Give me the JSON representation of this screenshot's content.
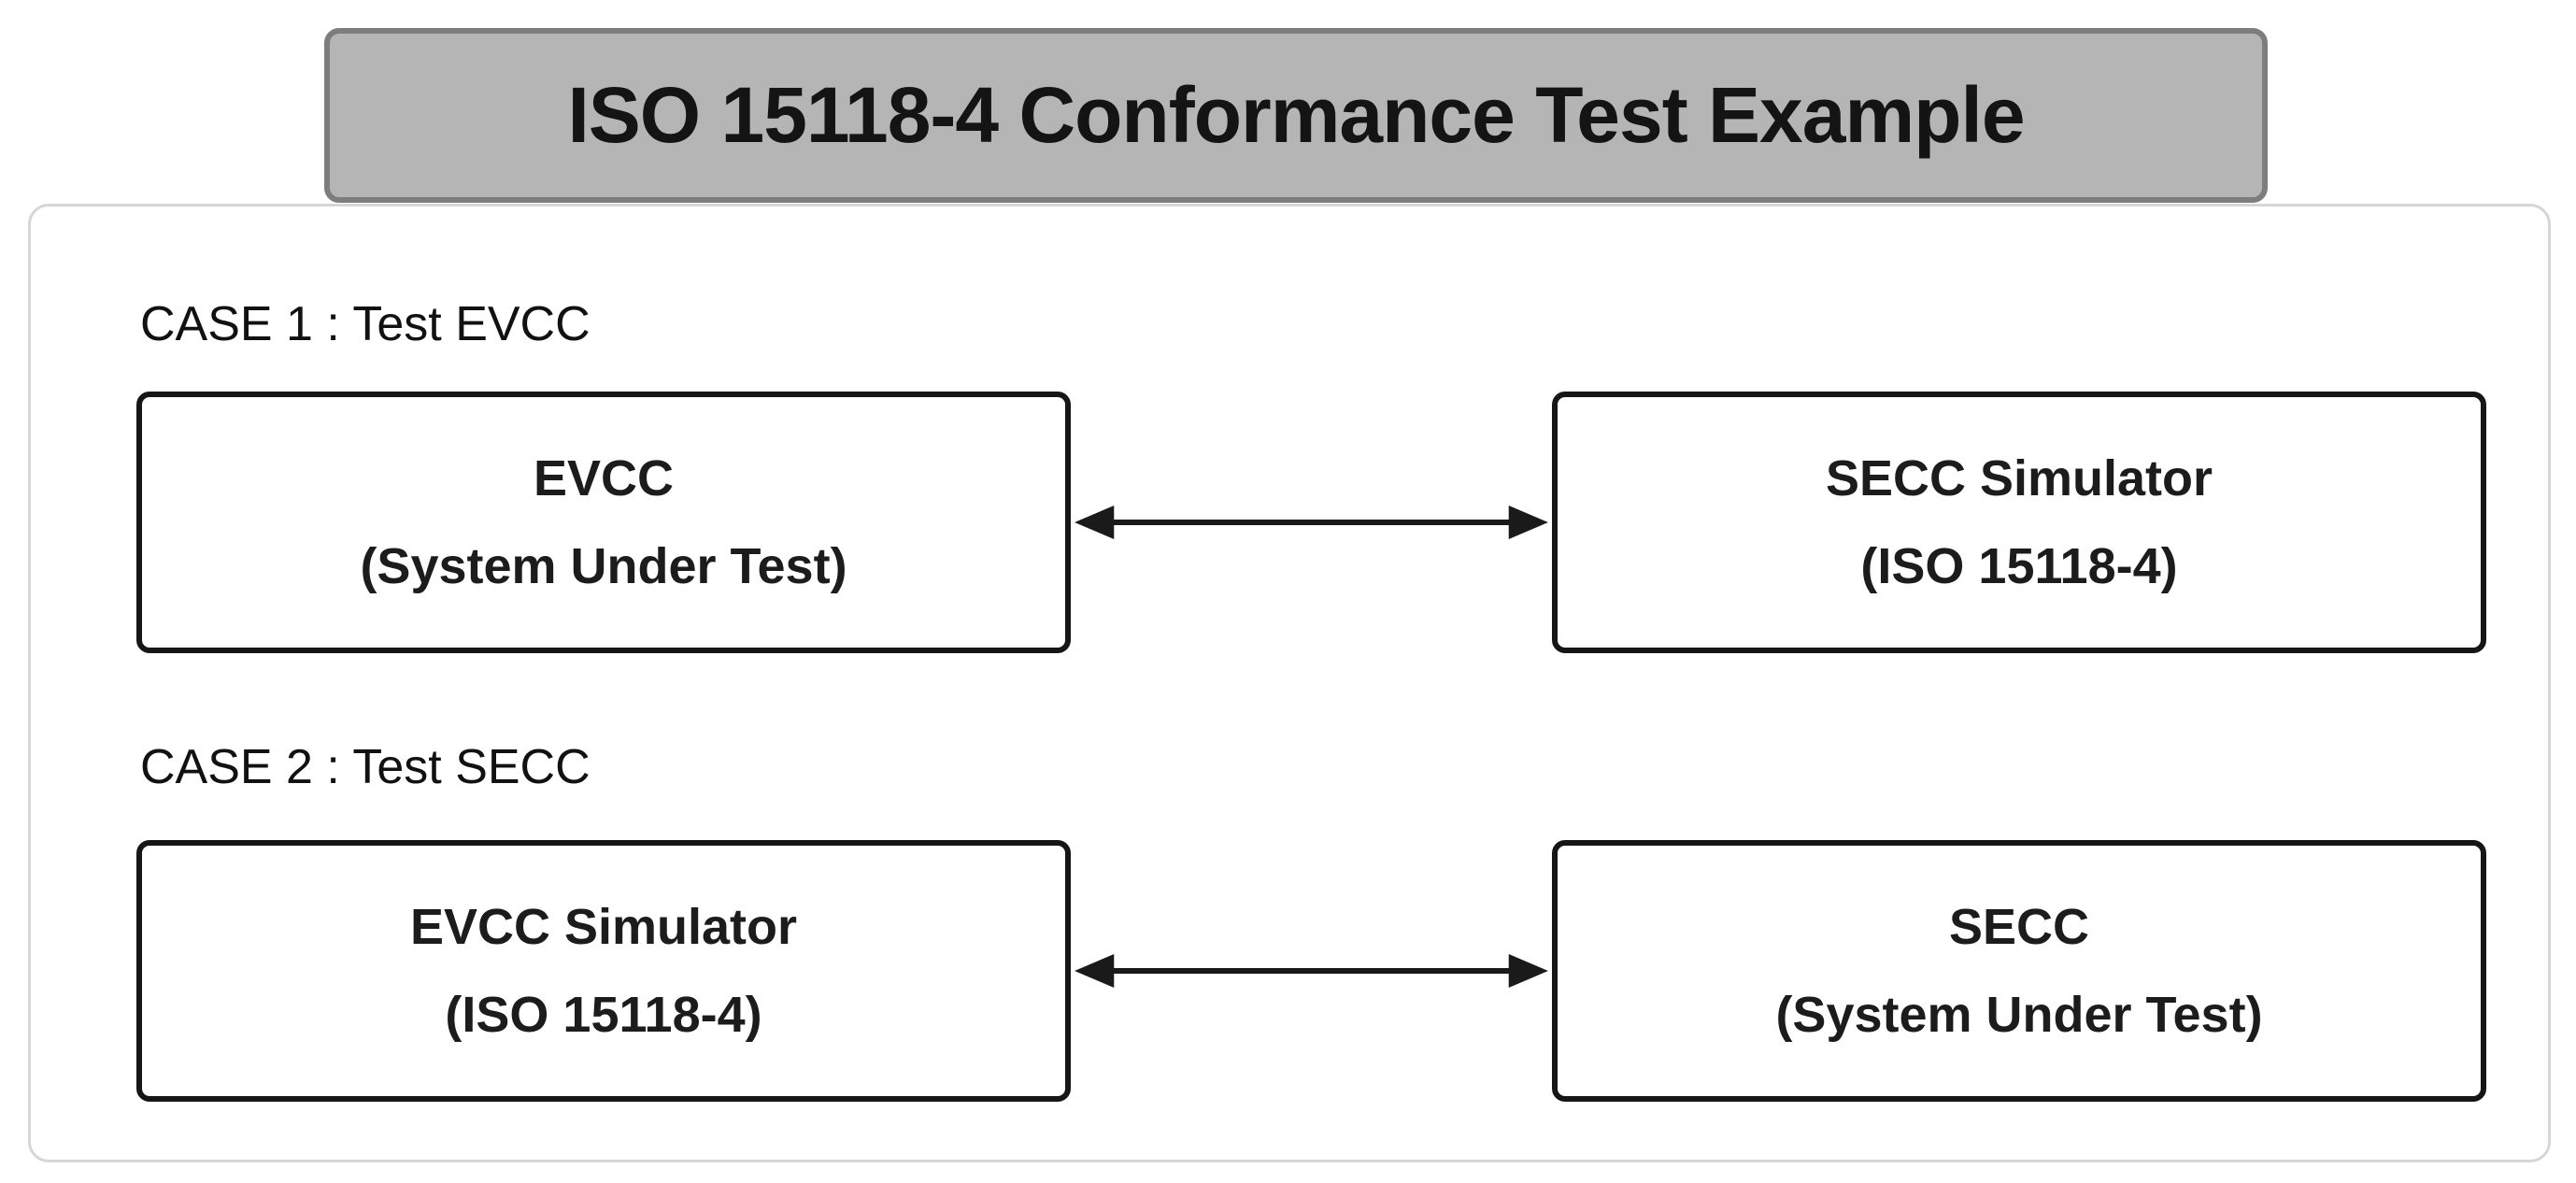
{
  "title": "ISO 15118-4 Conformance Test Example",
  "colors": {
    "title_background": "#b5b5b5",
    "title_border": "#7d7d7d",
    "panel_border": "#d6d6d6",
    "box_border": "#161616",
    "text": "#141414"
  },
  "icons": {
    "connector": "double-headed-arrow"
  },
  "cases": [
    {
      "label": "CASE 1 : Test EVCC",
      "left_box": {
        "line1": "EVCC",
        "line2": "(System Under Test)"
      },
      "right_box": {
        "line1": "SECC Simulator",
        "line2": "(ISO 15118-4)"
      }
    },
    {
      "label": "CASE 2 : Test SECC",
      "left_box": {
        "line1": "EVCC Simulator",
        "line2": "(ISO 15118-4)"
      },
      "right_box": {
        "line1": "SECC",
        "line2": "(System Under Test)"
      }
    }
  ]
}
